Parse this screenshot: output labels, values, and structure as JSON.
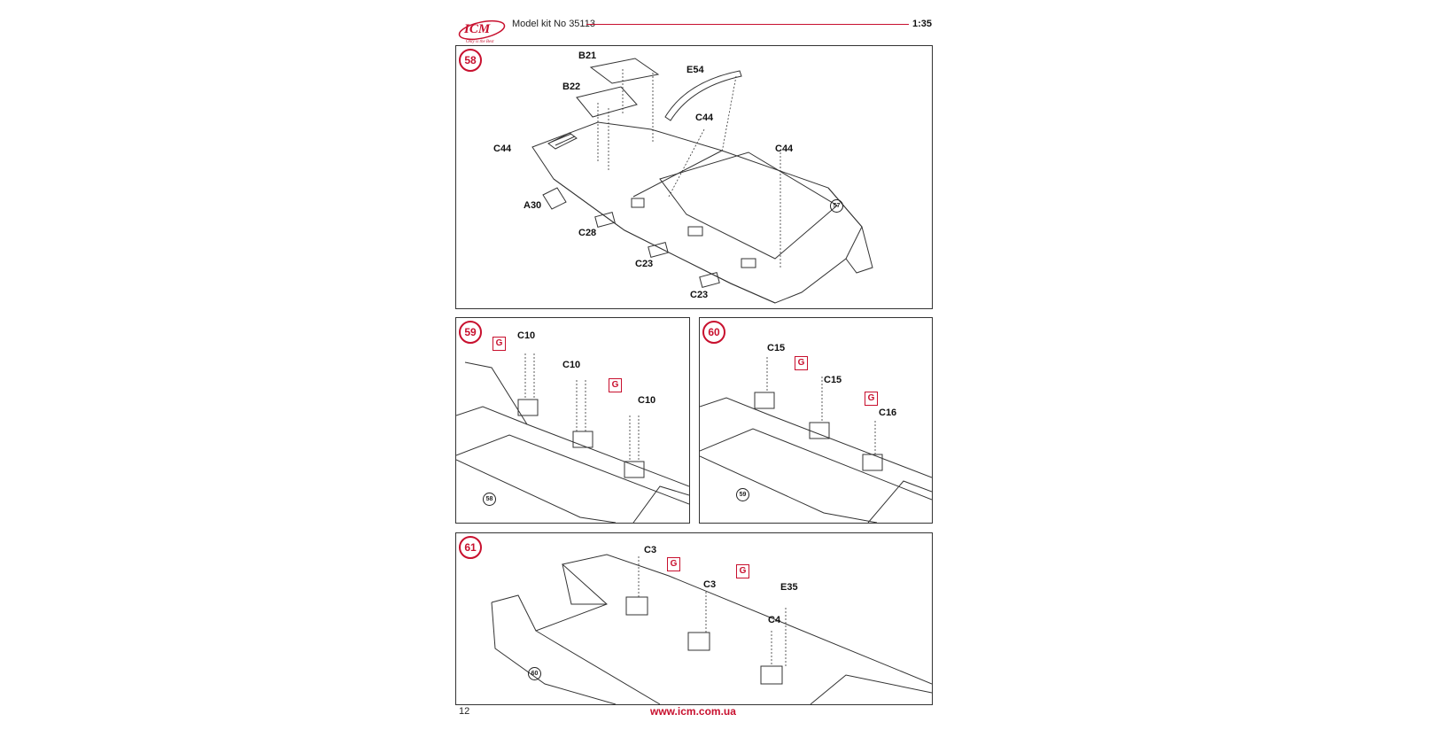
{
  "header": {
    "logo_text": "ICM",
    "logo_tagline": "Only is the Best",
    "model_kit": "Model kit No 35113",
    "scale": "1:35"
  },
  "steps": [
    {
      "number": "58",
      "labels": [
        "B21",
        "B22",
        "E54",
        "C44",
        "C44",
        "C44",
        "A30",
        "C28",
        "C23",
        "C23"
      ],
      "ref": "57"
    },
    {
      "number": "59",
      "labels": [
        "C10",
        "C10",
        "C10"
      ],
      "g_marks": [
        "G",
        "G"
      ],
      "ref": "58"
    },
    {
      "number": "60",
      "labels": [
        "C15",
        "C15",
        "C16"
      ],
      "g_marks": [
        "G",
        "G"
      ],
      "ref": "59"
    },
    {
      "number": "61",
      "labels": [
        "C3",
        "C3",
        "E35",
        "C4"
      ],
      "g_marks": [
        "G",
        "G"
      ],
      "ref": "60"
    }
  ],
  "footer": {
    "page_number": "12",
    "url": "www.icm.com.ua"
  },
  "colors": {
    "accent": "#c8102e",
    "line": "#333333"
  }
}
